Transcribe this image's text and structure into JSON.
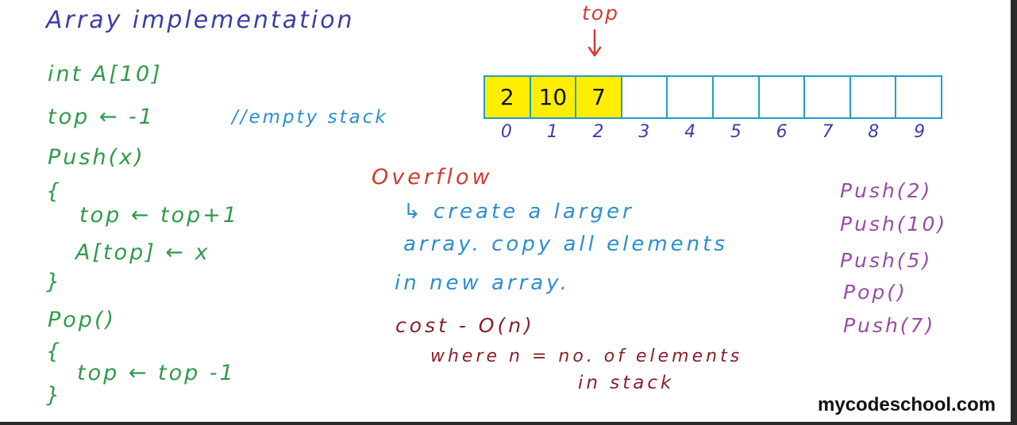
{
  "title": "Array implementation",
  "code": {
    "decl": "int  A[10]",
    "top_init": "top ← -1",
    "comment": "//empty stack",
    "push_sig": "Push(x)",
    "brace_open_1": "{",
    "push_line1": "top ← top+1",
    "push_line2": "A[top] ← x",
    "brace_close_1": "}",
    "pop_sig": "Pop()",
    "brace_open_2": "{",
    "pop_line1": "top ← top -1",
    "brace_close_2": "}"
  },
  "array_diagram": {
    "top_label": "top",
    "cells": [
      "2",
      "10",
      "7",
      "",
      "",
      "",
      "",
      "",
      "",
      ""
    ],
    "filled_count": 3,
    "indices": [
      "0",
      "1",
      "2",
      "3",
      "4",
      "5",
      "6",
      "7",
      "8",
      "9"
    ],
    "top_index": 2
  },
  "overflow": {
    "heading": "Overflow",
    "line1": "↳ create a larger",
    "line2": "array. copy all elements",
    "line3": "in new array.",
    "cost": "cost - O(n)",
    "where1": "where n = no. of elements",
    "where2": "in stack"
  },
  "operations": [
    "Push(2)",
    "Push(10)",
    "Push(5)",
    "Pop()",
    "Push(7)"
  ],
  "logo": "mycodeschool.com",
  "colors": {
    "title": "#3a3fa8",
    "code": "#2f9a4a",
    "comment": "#2a8fd0",
    "overflow_heading": "#d03b2f",
    "cost": "#8a1f2a",
    "operations": "#9a4aa8",
    "array_fill": "#ffee00",
    "array_border": "#1e9fc7"
  }
}
